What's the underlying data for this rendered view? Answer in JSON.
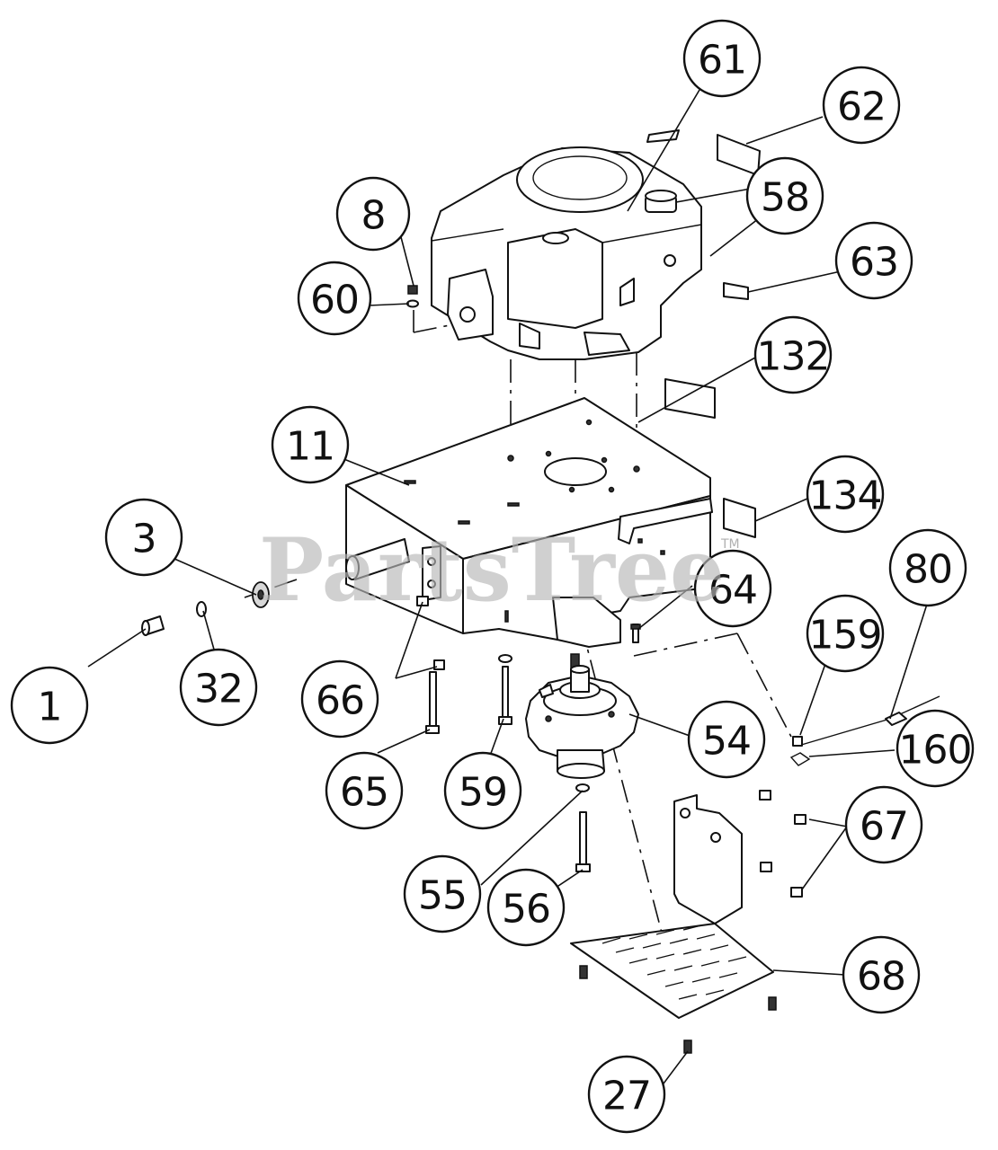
{
  "watermark": {
    "brand": "PartsTree",
    "mark": "TM"
  },
  "callouts": [
    {
      "id": "61",
      "label": "61"
    },
    {
      "id": "62",
      "label": "62"
    },
    {
      "id": "8",
      "label": "8"
    },
    {
      "id": "58",
      "label": "58"
    },
    {
      "id": "63",
      "label": "63"
    },
    {
      "id": "60",
      "label": "60"
    },
    {
      "id": "132",
      "label": "132"
    },
    {
      "id": "11",
      "label": "11"
    },
    {
      "id": "134",
      "label": "134"
    },
    {
      "id": "3",
      "label": "3"
    },
    {
      "id": "80",
      "label": "80"
    },
    {
      "id": "64",
      "label": "64"
    },
    {
      "id": "159",
      "label": "159"
    },
    {
      "id": "1",
      "label": "1"
    },
    {
      "id": "32",
      "label": "32"
    },
    {
      "id": "66",
      "label": "66"
    },
    {
      "id": "54",
      "label": "54"
    },
    {
      "id": "160",
      "label": "160"
    },
    {
      "id": "65",
      "label": "65"
    },
    {
      "id": "59",
      "label": "59"
    },
    {
      "id": "67",
      "label": "67"
    },
    {
      "id": "55",
      "label": "55"
    },
    {
      "id": "56",
      "label": "56"
    },
    {
      "id": "68",
      "label": "68"
    },
    {
      "id": "27",
      "label": "27"
    }
  ]
}
